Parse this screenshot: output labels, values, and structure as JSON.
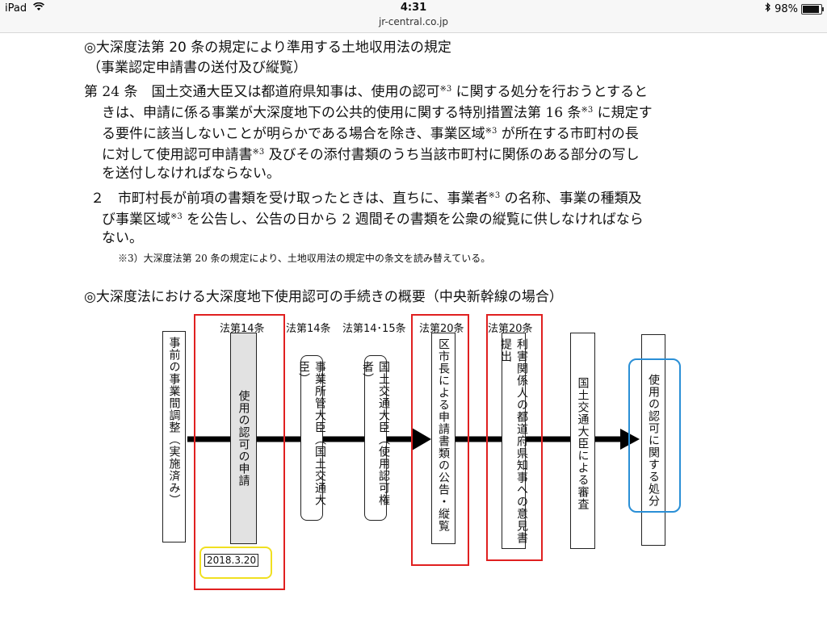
{
  "status_bar": {
    "device": "iPad",
    "wifi_icon": "wifi-icon",
    "time": "4:31",
    "url": "jr-central.co.jp",
    "bluetooth_icon": "bluetooth-icon",
    "battery": "98%"
  },
  "section1": {
    "heading": "◎大深度法第 20 条の規定により準用する土地収用法の規定",
    "subheading": "（事業認定申請書の送付及び縦覧）",
    "article24": {
      "line1a": "第 24 条　国土交通大臣又は都道府県知事は、使用の認可",
      "line1b": "に関する処分を行おうとすると",
      "line2a": "きは、申請に係る事業が大深度地下の公共的使用に関する特別措置法第 16 条",
      "line2b": "に規定す",
      "line3a": "る要件に該当しないことが明らかである場合を除き、事業区域",
      "line3b": "が所在する市町村の長",
      "line4a": "に対して使用認可申請書",
      "line4b": "及びその添付書類のうち当該市町村に関係のある部分の写し",
      "line5": "を送付しなければならない。"
    },
    "paragraph2": {
      "line1a": "２　市町村長が前項の書類を受け取ったときは、直ちに、事業者",
      "line1b": "の名称、事業の種類及",
      "line2a": "び事業区域",
      "line2b": "を公告し、公告の日から 2 週間その書類を公衆の縦覧に供しなければなら",
      "line3": "ない。"
    },
    "note_mark": "※3",
    "footnote": "※3）大深度法第 20 条の規定により、土地収用法の規定中の条文を読み替えている。"
  },
  "section2": {
    "heading": "◎大深度法における大深度地下使用認可の手続きの概要（中央新幹線の場合）"
  },
  "diagram": {
    "law_labels": [
      "法第14条",
      "法第14条",
      "法第14･15条",
      "法第20条",
      "法第20条"
    ],
    "steps": [
      "事前の事業間調整（実施済み）",
      "使用の認可の申請",
      "事業所管大臣（国土交通大臣）",
      "国土交通大臣（使用認可権者）",
      "区市長による申請書類の公告・縦覧",
      "利害関係人の都道府県知事への意見書提出",
      "国土交通大臣による審査",
      "使用の認可に関する処分"
    ],
    "date": "2018.3.20",
    "colors": {
      "red_frame": "#e02020",
      "blue_frame": "#2a8fd6",
      "yellow_frame": "#f0e020",
      "gray_box": "#e2e2e2"
    }
  }
}
